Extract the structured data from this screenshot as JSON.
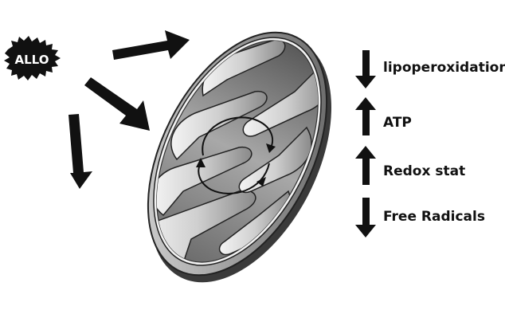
{
  "badge": {
    "label": "ALLO"
  },
  "effects": [
    {
      "label": "lipoperoxidation",
      "direction": "down"
    },
    {
      "label": "ATP",
      "direction": "up"
    },
    {
      "label": "Redox stat",
      "direction": "up"
    },
    {
      "label": "Free Radicals",
      "direction": "down"
    }
  ],
  "colors": {
    "ink": "#111111",
    "paper": "#ffffff"
  }
}
